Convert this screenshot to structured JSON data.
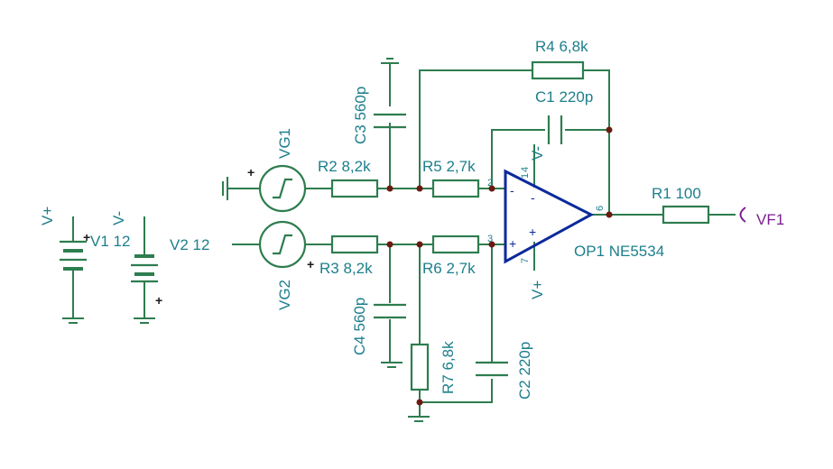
{
  "components": {
    "r4": "R4 6,8k",
    "c1": "C1 220p",
    "c3": "C3 560p",
    "vg1": "VG1",
    "r2": "R2 8,2k",
    "r5": "R5 2,7k",
    "v_minus_rail": "V-",
    "v_plus_rail": "V+",
    "v1": "V1 12",
    "v2": "V2 12",
    "vg2": "VG2",
    "r3": "R3 8,2k",
    "r6": "R6 2,7k",
    "opamp": "OP1 NE5534",
    "r1": "R1 100",
    "probe": "VF1",
    "c4": "C4 560p",
    "r7": "R7 6,8k",
    "c2": "C2 220p",
    "opamp_pin_v_minus": "V-",
    "opamp_pin_v_plus": "V+"
  },
  "pins": {
    "p1": "1",
    "p2": "2",
    "p3": "3",
    "p4": "4",
    "p6": "6",
    "p7": "7"
  },
  "signs": {
    "plus": "+",
    "minus": "-"
  }
}
